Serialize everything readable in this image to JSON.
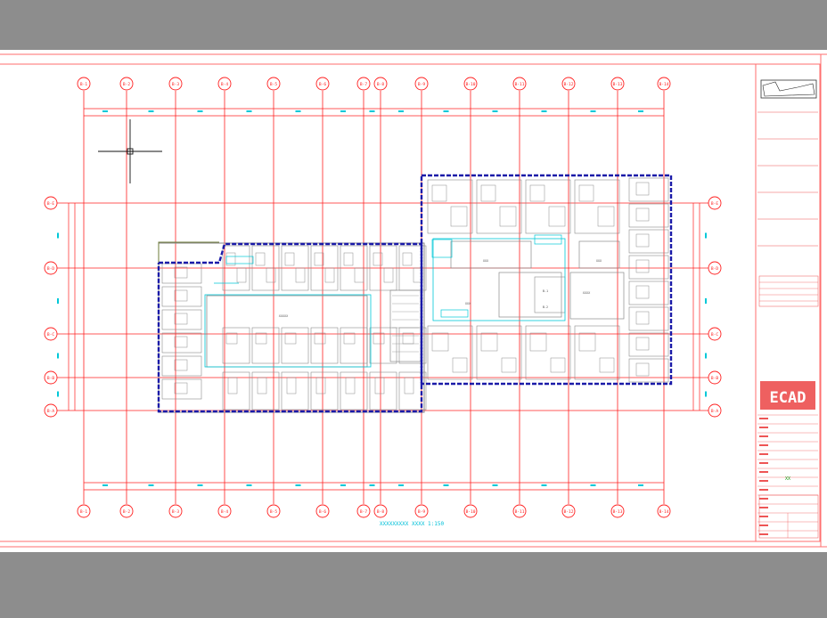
{
  "drawing": {
    "title_caption": "XXXXXXXXX XXXX 1:150",
    "grid_columns": [
      "B-1",
      "B-2",
      "B-3",
      "B-4",
      "B-5",
      "B-6",
      "B-7",
      "B-8",
      "B-9",
      "B-10",
      "B-11",
      "B-12",
      "B-13",
      "B-14"
    ],
    "grid_rows": [
      "B-E",
      "B-D",
      "B-C",
      "B-B",
      "B-A"
    ],
    "room_labels": [
      "XXXXX",
      "XXX",
      "XXX",
      "XXX",
      "XXXX",
      "B-1",
      "B-2"
    ]
  },
  "title_block": {
    "logo_text": "ECAD",
    "stamp": "XX"
  },
  "colors": {
    "background": "#8d8d8d",
    "sheet": "#ffffff",
    "frame": "#ff6e6e",
    "grid": "#ff2020",
    "walls": "#8a8a8a",
    "blue_boundary": "#1a1aa8",
    "cyan": "#00c8d8",
    "logo_bg": "#ee6060"
  }
}
